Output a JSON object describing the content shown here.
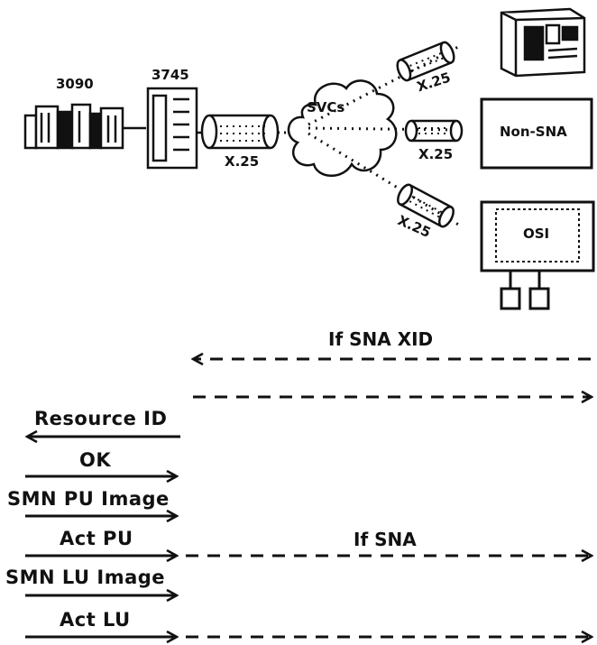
{
  "devices": {
    "host_label": "3090",
    "controller_label": "3745",
    "cloud_label": "SVCs",
    "non_sna_label": "Non-SNA",
    "osi_label": "OSI"
  },
  "links": {
    "main_pipe_label": "X.25",
    "top_pipe_label": "X.25",
    "middle_pipe_label": "X.25",
    "bottom_pipe_label": "X.25"
  },
  "flows": {
    "if_sna_xid": "If SNA XID",
    "resource_id": "Resource ID",
    "ok": "OK",
    "smn_pu_image": "SMN PU Image",
    "act_pu": "Act PU",
    "if_sna": "If SNA",
    "smn_lu_image": "SMN LU Image",
    "act_lu": "Act LU"
  },
  "colors": {
    "ink": "#111111",
    "paper": "#ffffff"
  }
}
